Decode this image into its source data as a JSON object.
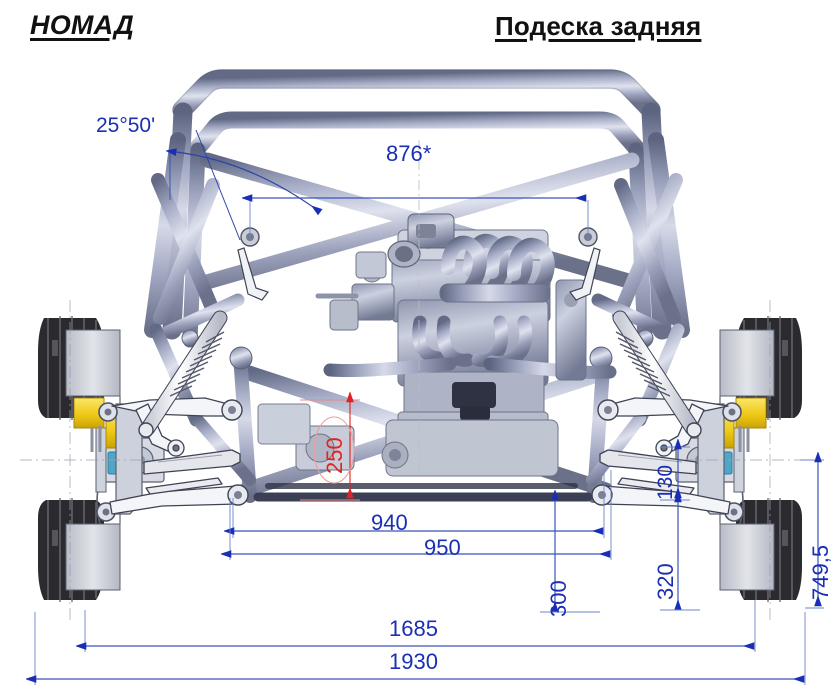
{
  "page": {
    "background": "#ffffff",
    "dimension_color": "#1a2fb5",
    "highlight_color": "#e02222",
    "tube_color": "#9aa0b8",
    "caliper_color": "#f2d024"
  },
  "titles": {
    "left": "НОМАД",
    "right": "Подеска задняя"
  },
  "dimensions": {
    "angle": "25°50'",
    "top_width": "876*",
    "ride_height_red": "250",
    "lower_arm_inner": "940",
    "lower_arm_outer": "950",
    "upper_travel": "130",
    "hub_height": "320",
    "frame_height": "300",
    "overall_height": "749,5",
    "track_inner": "1685",
    "overall_width": "1930"
  },
  "drawing": {
    "view_name": "rear-suspension-assembly",
    "components": [
      "roll-cage-tubular-frame",
      "engine-inline-4",
      "intake-manifold",
      "exhaust-header",
      "left-wheel-assembly",
      "right-wheel-assembly",
      "brake-caliper-left",
      "brake-caliper-right",
      "upper-a-arm-left",
      "lower-a-arm-left",
      "upper-a-arm-right",
      "lower-a-arm-right",
      "coilover-shock-left",
      "coilover-shock-right",
      "driveshaft-left",
      "driveshaft-right"
    ]
  }
}
